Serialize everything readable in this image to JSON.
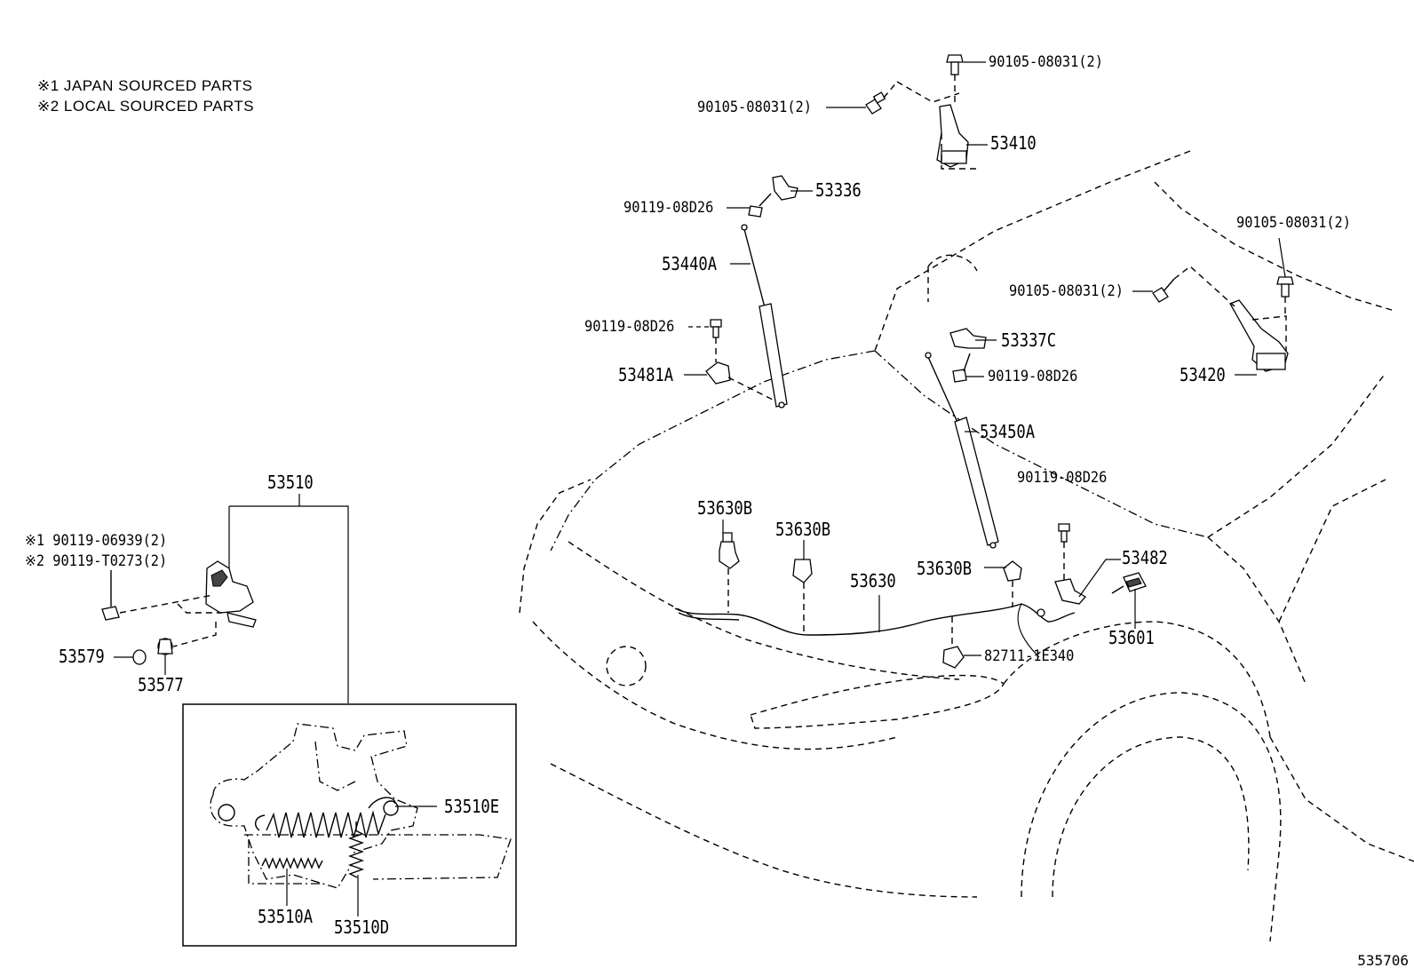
{
  "notes": [
    "※1 JAPAN SOURCED PARTS",
    "※2 LOCAL SOURCED PARTS"
  ],
  "figure_number": "535706",
  "labels": {
    "bolt_top": "90105-08031(2)",
    "bolt_left_hinge": "90105-08031(2)",
    "hinge_lh": "53410",
    "bracket_53336": "53336",
    "bolt_53336": "90119-08D26",
    "stay_lh": "53440A",
    "bolt_53481a": "90119-08D26",
    "bracket_53481a": "53481A",
    "bolt_right_top": "90105-08031(2)",
    "bolt_right_hinge": "90105-08031(2)",
    "bracket_53337c": "53337C",
    "bolt_53337c": "90119-08D26",
    "hinge_rh": "53420",
    "stay_rh": "53450A",
    "bolt_53482": "90119-08D26",
    "bracket_53482": "53482",
    "switch_53601": "53601",
    "cable_53630": "53630",
    "clamp_1": "53630B",
    "clamp_2": "53630B",
    "clamp_3": "53630B",
    "clip_82711": "82711-1E340",
    "lock_assy": "53510",
    "lock_bolt_note1": "※1  90119-06939(2)",
    "lock_bolt_note2": "※2  90119-T0273(2)",
    "cushion_53579": "53579",
    "cushion_53577": "53577",
    "spring_53510e": "53510E",
    "spring_53510a": "53510A",
    "spring_53510d": "53510D"
  }
}
